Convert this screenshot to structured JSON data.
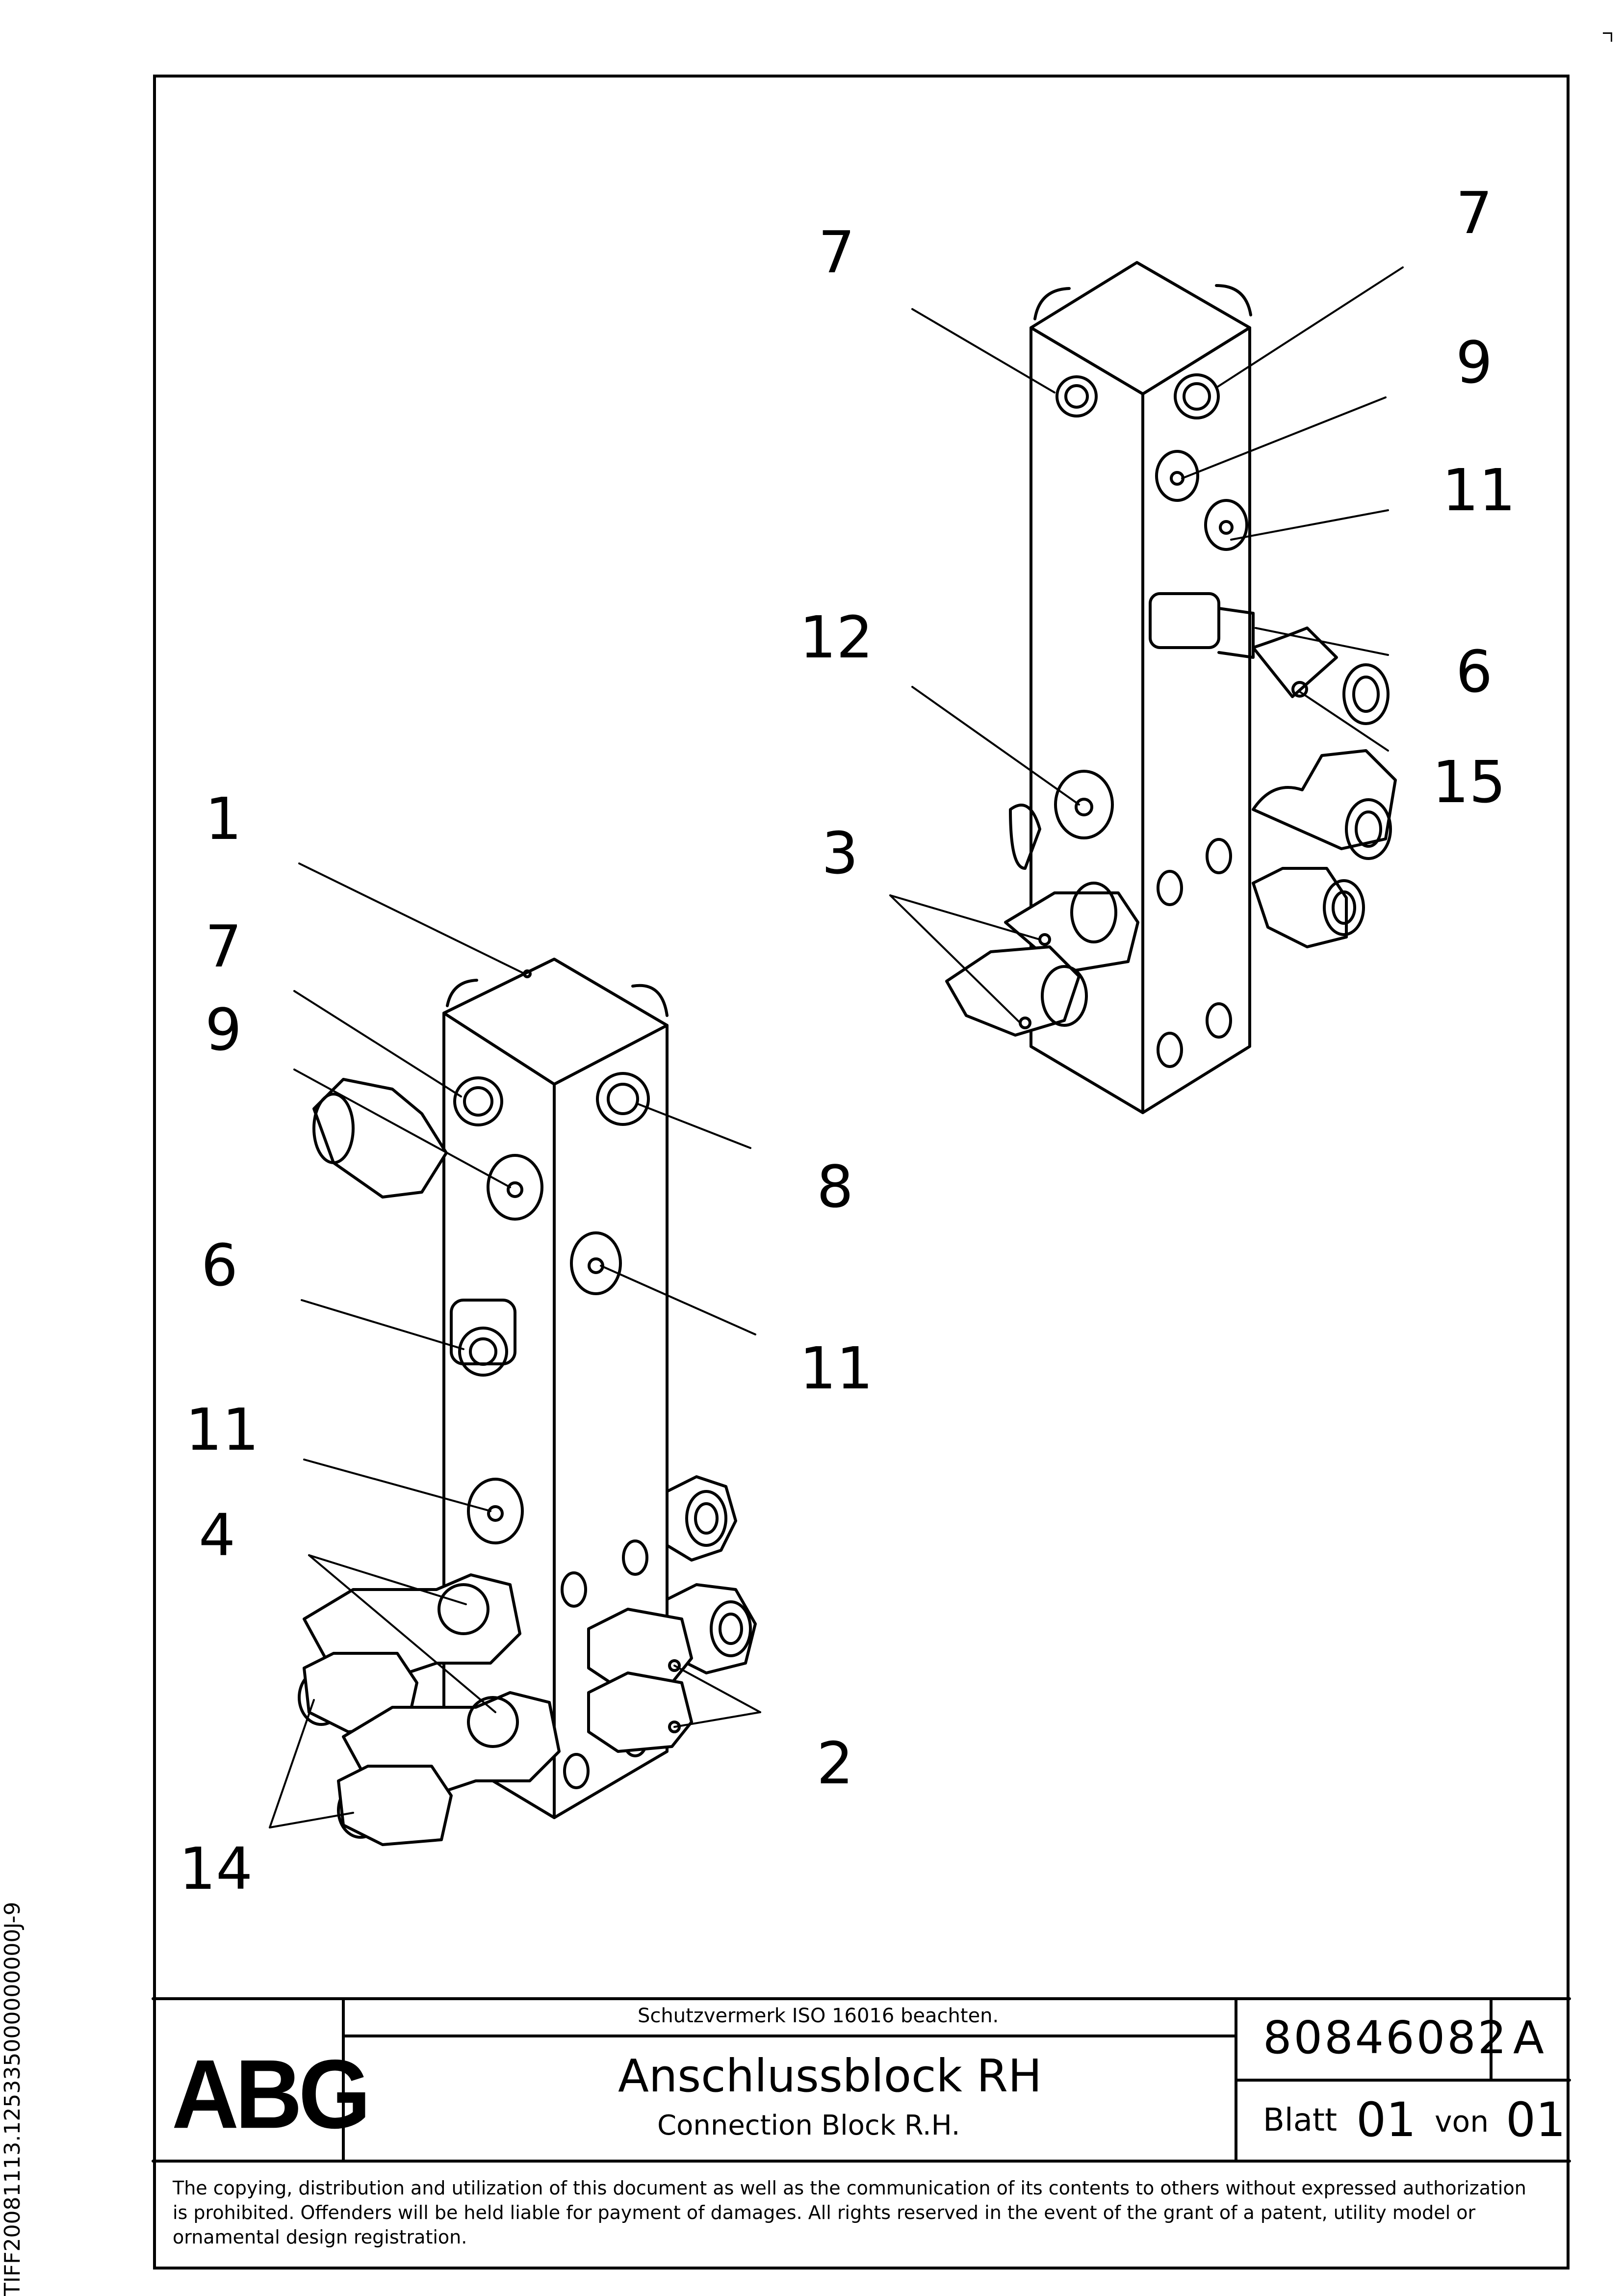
{
  "side_code": "TIFF20081113.125335000000000J-9",
  "callouts": {
    "right_top_left_7": "7",
    "right_top_right_7": "7",
    "right_9": "9",
    "right_11": "11",
    "right_12": "12",
    "right_6": "6",
    "right_15": "15",
    "right_3": "3",
    "left_1": "1",
    "left_7": "7",
    "left_9": "9",
    "left_6": "6",
    "left_11a": "11",
    "left_4": "4",
    "left_14": "14",
    "left_8": "8",
    "left_11b": "11",
    "left_2": "2"
  },
  "title_block": {
    "logo": "ABG",
    "protection_note": "Schutzvermerk ISO 16016 beachten.",
    "title_de": "Anschlussblock RH",
    "title_en": "Connection Block R.H.",
    "drawing_number": "80846082",
    "revision": "A",
    "sheet_label": "Blatt",
    "sheet_number": "01",
    "of_label": "von",
    "sheet_total": "01"
  },
  "disclaimer": "The copying, distribution and utilization of this document as well as the communication of its contents to others without expressed authorization is prohibited. Offenders will be held liable for payment of damages. All rights reserved in the event of the grant of a patent, utility model or ornamental design registration."
}
